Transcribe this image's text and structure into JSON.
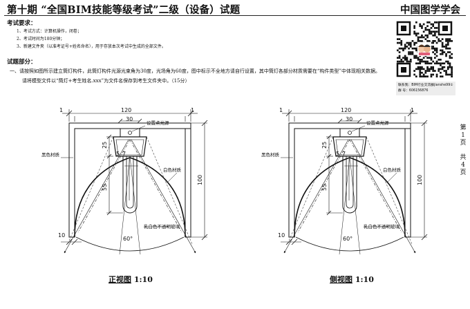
{
  "header": {
    "title": "第十期 “全国BIM技能等级考试”二级（设备）试题",
    "organization": "中国图学学会"
  },
  "requirements": {
    "heading": "考试要求：",
    "items": [
      "1、考试方式：计算机操作，闭卷；",
      "2、考试时间为180分钟；",
      "3、新建文件夹（以准考证号+姓名命名），用于存放本次考试中生成的全部文件。"
    ]
  },
  "questions": {
    "heading": "试题部分：",
    "line1": "一、请按照如图所示建立筒灯构件，此筒灯构件光源光束角为30度，光场角为60度，图中标示不全地方请自行设置，其中筒灯各部分材质需要在“构件类型”中体现相关数据。",
    "line2": "请将模型文件以“筒灯+考生姓名.xxx”为文件名保存到考生文件夹中。（15分）"
  },
  "contact": {
    "line1": "联系我：BIM行业交流群jianshe99①",
    "line2": "群  号：606156876"
  },
  "page_info": {
    "chars": [
      "第",
      "1",
      "页",
      "共",
      "4",
      "页"
    ]
  },
  "drawing": {
    "dims": {
      "width120": "120",
      "width30": "30",
      "height25": "25",
      "height55": "55",
      "height100": "100",
      "r5": "5",
      "r7": "7",
      "bottom10": "10",
      "angle60": "60°",
      "tick1": "1"
    },
    "labels": {
      "light_source": "设置点光源",
      "black_material": "黑色材质",
      "white_material": "白色材质",
      "glass": "乳白色不透明玻璃"
    },
    "front_caption": {
      "name": "正视图",
      "scale": "1:10"
    },
    "side_caption": {
      "name": "侧视图",
      "scale": "1:10"
    }
  }
}
